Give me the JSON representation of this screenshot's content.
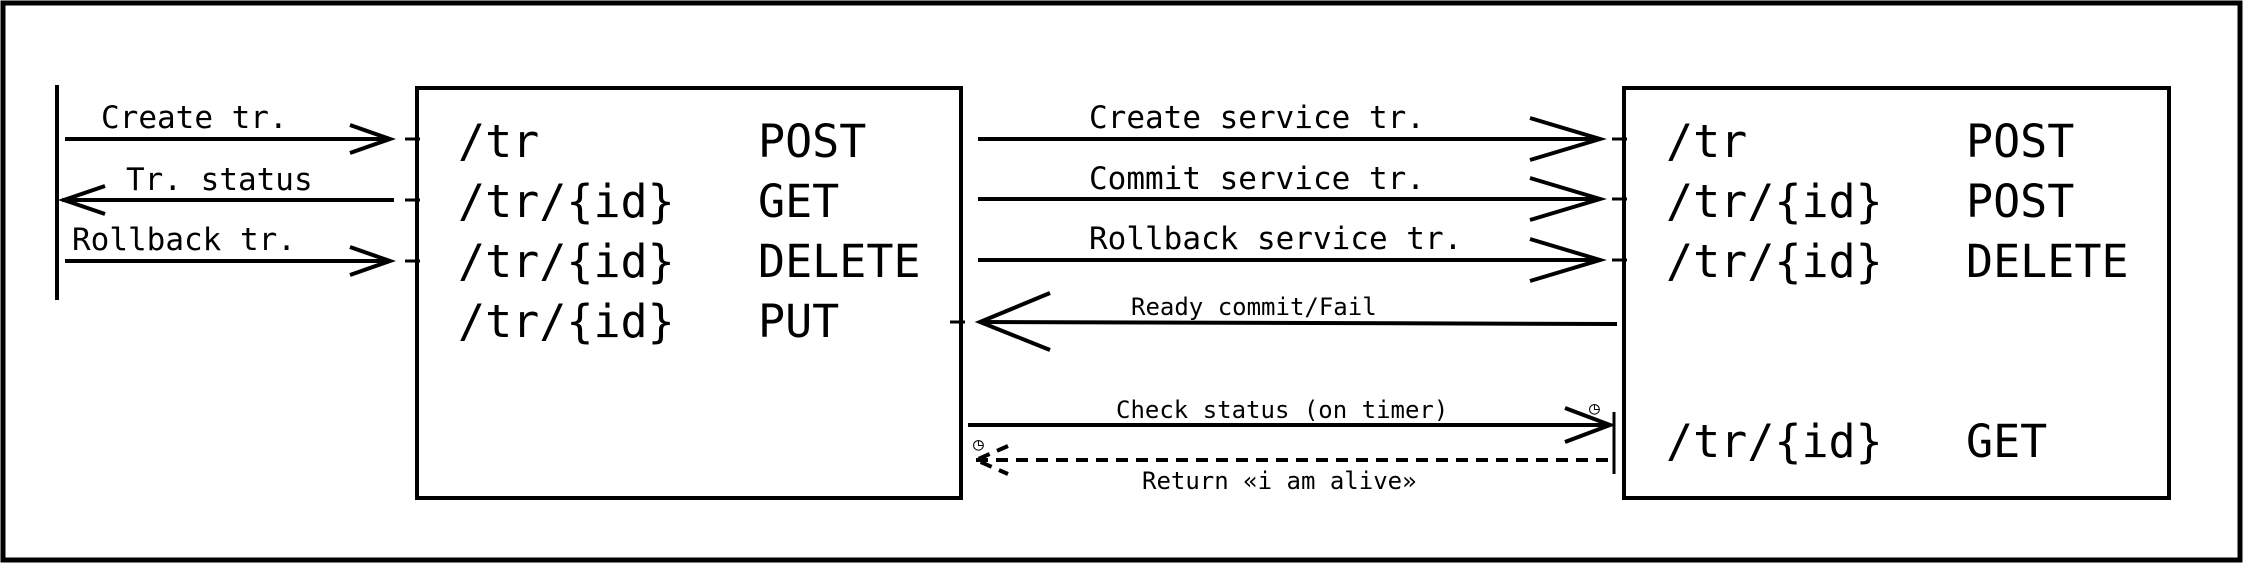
{
  "left_messages": {
    "create": "Create tr.",
    "status": "Tr. status",
    "rollback": "Rollback tr."
  },
  "service_a": {
    "endpoints": [
      {
        "path": "/tr",
        "method": "POST"
      },
      {
        "path": "/tr/{id}",
        "method": "GET"
      },
      {
        "path": "/tr/{id}",
        "method": "DELETE"
      },
      {
        "path": "/tr/{id}",
        "method": "PUT"
      }
    ]
  },
  "service_b": {
    "endpoints": [
      {
        "path": "/tr",
        "method": "POST"
      },
      {
        "path": "/tr/{id}",
        "method": "POST"
      },
      {
        "path": "/tr/{id}",
        "method": "DELETE"
      },
      {
        "path": "/tr/{id}",
        "method": "GET"
      }
    ]
  },
  "middle_messages": {
    "create": "Create service tr.",
    "commit": "Commit service tr.",
    "rollback": "Rollback service tr.",
    "ready": "Ready commit/Fail",
    "check": "Check status (on timer)",
    "alive": "Return «i am alive»"
  },
  "icons": {
    "timer": "clock-icon",
    "timer_glyph": "◷"
  }
}
